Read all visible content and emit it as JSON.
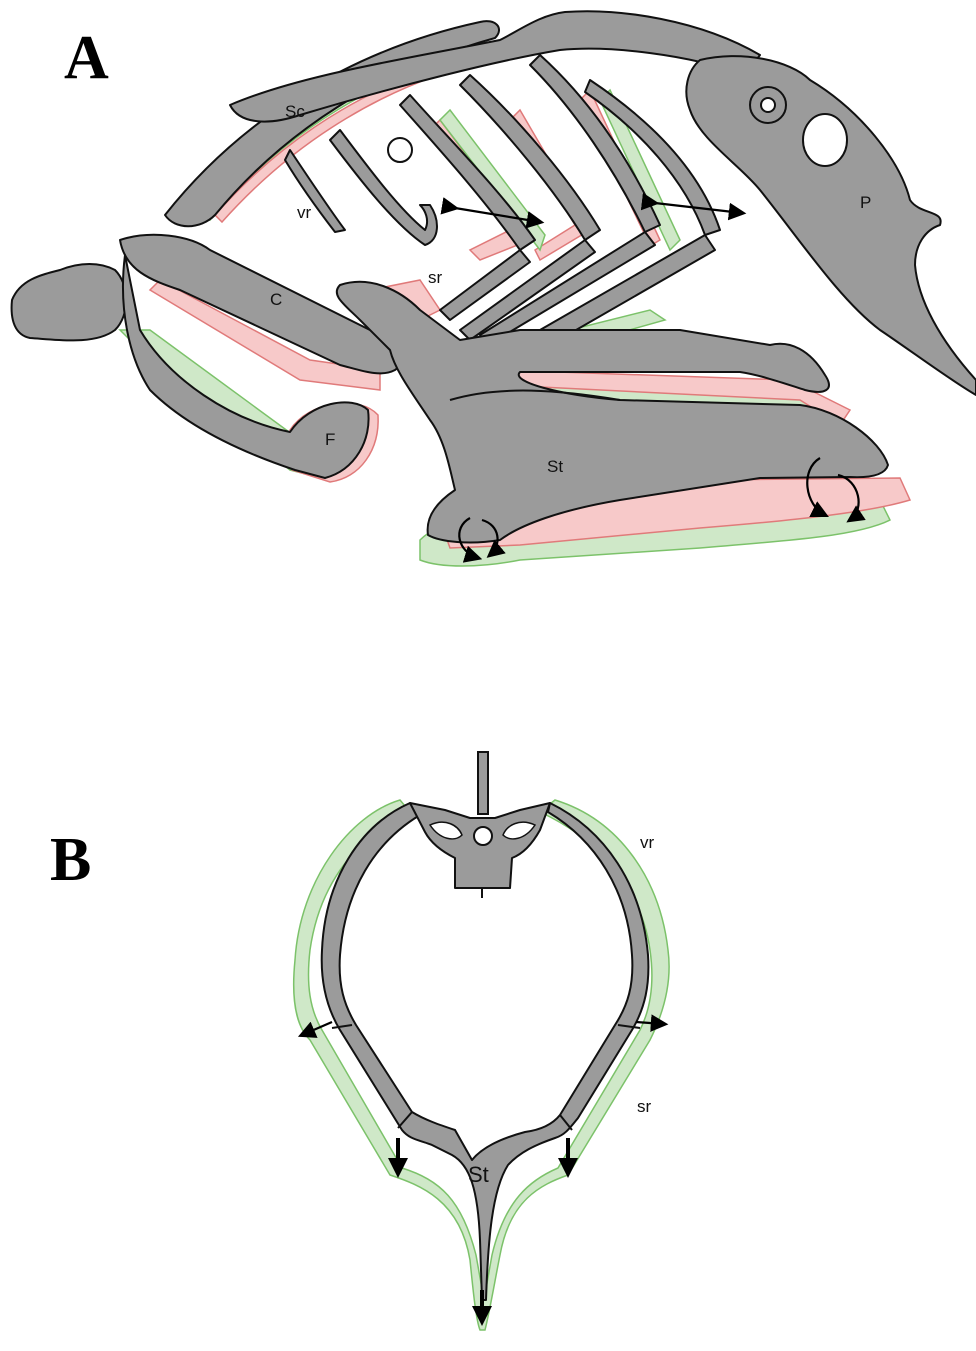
{
  "panels": [
    {
      "letter": "A",
      "labels": {
        "sc": "Sc",
        "vr": "vr",
        "sr": "sr",
        "c": "C",
        "f": "F",
        "st": "St",
        "p": "P"
      }
    },
    {
      "letter": "B",
      "labels": {
        "vr": "vr",
        "sr": "sr",
        "st": "St"
      }
    }
  ],
  "colors": {
    "bone": "#9b9b9b",
    "outline": "#111111",
    "inspiration_overlay": "#cfe8c8",
    "expiration_overlay": "#f7c9c9"
  }
}
